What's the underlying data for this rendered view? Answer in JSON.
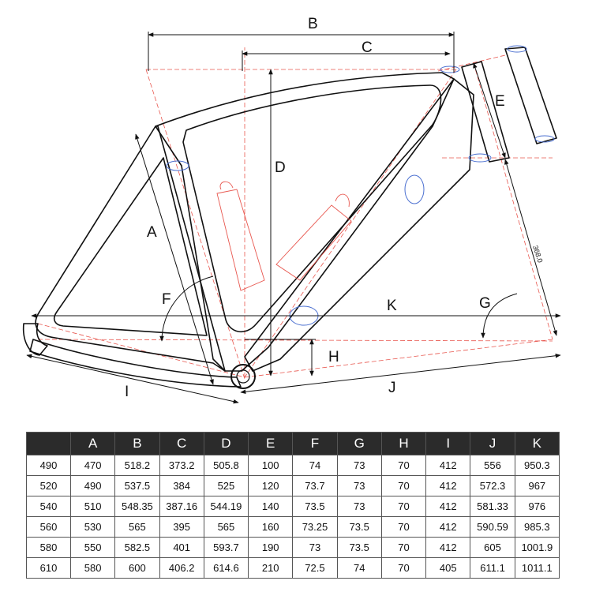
{
  "diagram": {
    "dimension_labels": {
      "A": "A",
      "B": "B",
      "C": "C",
      "D": "D",
      "E": "E",
      "F": "F",
      "G": "G",
      "H": "H",
      "I": "I",
      "J": "J",
      "K": "K"
    },
    "seat_stay_note": "368.0"
  },
  "geometry_table": {
    "headers": [
      "",
      "A",
      "B",
      "C",
      "D",
      "E",
      "F",
      "G",
      "H",
      "I",
      "J",
      "K"
    ],
    "rows": [
      [
        "490",
        "470",
        "518.2",
        "373.2",
        "505.8",
        "100",
        "74",
        "73",
        "70",
        "412",
        "556",
        "950.3"
      ],
      [
        "520",
        "490",
        "537.5",
        "384",
        "525",
        "120",
        "73.7",
        "73",
        "70",
        "412",
        "572.3",
        "967"
      ],
      [
        "540",
        "510",
        "548.35",
        "387.16",
        "544.19",
        "140",
        "73.5",
        "73",
        "70",
        "412",
        "581.33",
        "976"
      ],
      [
        "560",
        "530",
        "565",
        "395",
        "565",
        "160",
        "73.25",
        "73.5",
        "70",
        "412",
        "590.59",
        "985.3"
      ],
      [
        "580",
        "550",
        "582.5",
        "401",
        "593.7",
        "190",
        "73",
        "73.5",
        "70",
        "412",
        "605",
        "1001.9"
      ],
      [
        "610",
        "580",
        "600",
        "406.2",
        "614.6",
        "210",
        "72.5",
        "74",
        "70",
        "405",
        "611.1",
        "1011.1"
      ]
    ]
  }
}
